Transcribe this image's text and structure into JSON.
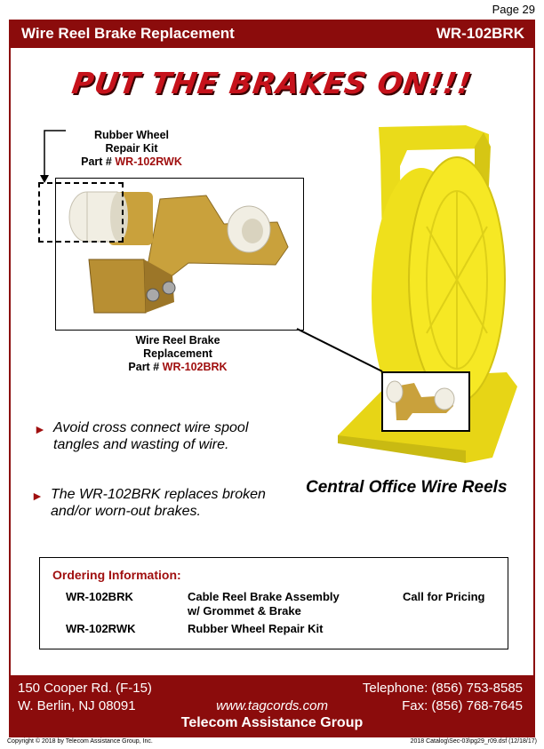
{
  "page": {
    "number": "Page 29"
  },
  "header": {
    "title": "Wire Reel Brake Replacement",
    "part": "WR-102BRK"
  },
  "headline": "PUT THE BRAKES ON!!!",
  "callouts": {
    "wheel": {
      "line1": "Rubber Wheel",
      "line2": "Repair Kit",
      "part_prefix": "Part #",
      "part": "WR-102RWK"
    },
    "brake": {
      "line1": "Wire Reel Brake",
      "line2": "Replacement",
      "part_prefix": "Part #",
      "part": "WR-102BRK"
    }
  },
  "bullets": [
    {
      "line1": "Avoid cross connect wire spool",
      "line2": "tangles and wasting of wire."
    },
    {
      "line1": "The WR-102BRK replaces broken",
      "line2": "and/or worn-out brakes."
    }
  ],
  "reel_caption": "Central Office Wire Reels",
  "ordering": {
    "title": "Ordering Information:",
    "rows": [
      {
        "part": "WR-102BRK",
        "desc1": "Cable Reel Brake Assembly",
        "desc2": "w/ Grommet & Brake",
        "price": "Call for Pricing"
      },
      {
        "part": "WR-102RWK",
        "desc1": "Rubber Wheel Repair Kit",
        "desc2": "",
        "price": ""
      }
    ]
  },
  "footer": {
    "address1": "150 Cooper Rd. (F-15)",
    "address2": "W. Berlin, NJ  08091",
    "website": "www.tagcords.com",
    "company": "Telecom Assistance Group",
    "phone": "Telephone: (856) 753-8585",
    "fax": "Fax: (856) 768-7645"
  },
  "copyright": "Copyright © 2018 by Telecom Assistance Group, Inc.",
  "catalog_ref": "2018 Catalog\\Sec-03\\pg29_r09.dsf (12/18/17)",
  "colors": {
    "brand": "#8b0c0c",
    "accent": "#a00f0f",
    "reel_yellow": "#f2e21a",
    "brake_gold": "#c9a13c"
  },
  "icons": [
    "bullet-triangle-icon",
    "arrow-down-icon"
  ]
}
